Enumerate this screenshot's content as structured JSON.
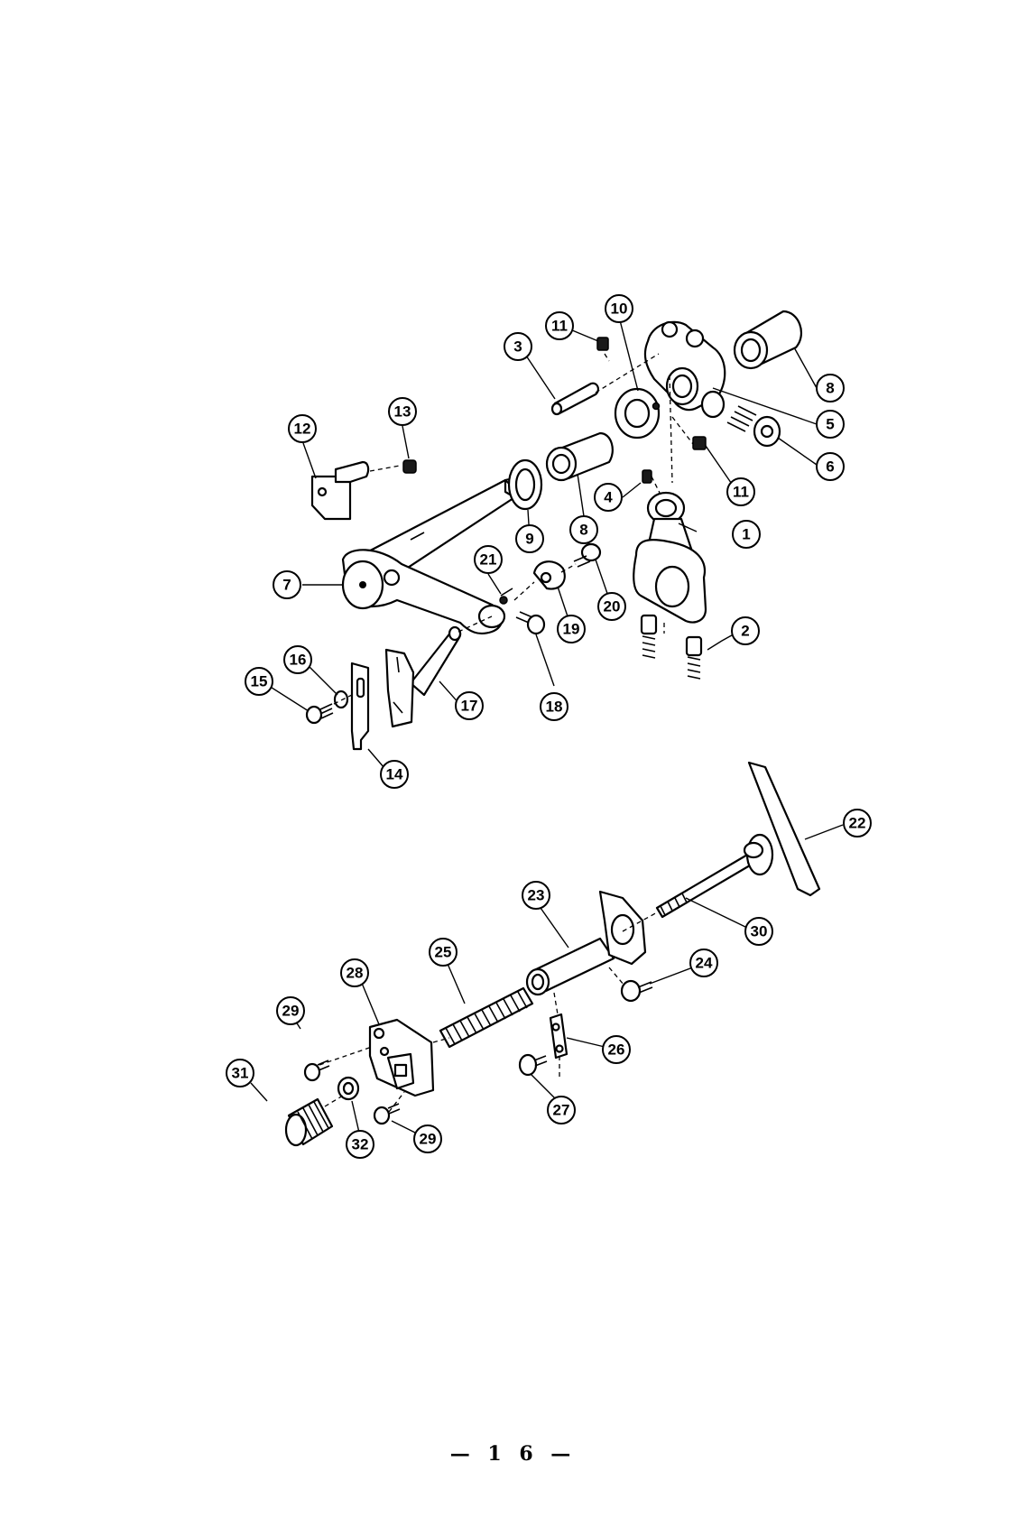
{
  "page_number": "— 1 6 —",
  "callouts": [
    {
      "id": "c1",
      "label": "1"
    },
    {
      "id": "c2",
      "label": "2"
    },
    {
      "id": "c3",
      "label": "3"
    },
    {
      "id": "c4",
      "label": "4"
    },
    {
      "id": "c5",
      "label": "5"
    },
    {
      "id": "c6",
      "label": "6"
    },
    {
      "id": "c7",
      "label": "7"
    },
    {
      "id": "c8a",
      "label": "8"
    },
    {
      "id": "c8b",
      "label": "8"
    },
    {
      "id": "c9",
      "label": "9"
    },
    {
      "id": "c10",
      "label": "10"
    },
    {
      "id": "c11a",
      "label": "11"
    },
    {
      "id": "c11b",
      "label": "11"
    },
    {
      "id": "c12",
      "label": "12"
    },
    {
      "id": "c13",
      "label": "13"
    },
    {
      "id": "c14",
      "label": "14"
    },
    {
      "id": "c15",
      "label": "15"
    },
    {
      "id": "c16",
      "label": "16"
    },
    {
      "id": "c17",
      "label": "17"
    },
    {
      "id": "c18",
      "label": "18"
    },
    {
      "id": "c19",
      "label": "19"
    },
    {
      "id": "c20",
      "label": "20"
    },
    {
      "id": "c21",
      "label": "21"
    },
    {
      "id": "c22",
      "label": "22"
    },
    {
      "id": "c23",
      "label": "23"
    },
    {
      "id": "c24",
      "label": "24"
    },
    {
      "id": "c25",
      "label": "25"
    },
    {
      "id": "c26",
      "label": "26"
    },
    {
      "id": "c27",
      "label": "27"
    },
    {
      "id": "c28",
      "label": "28"
    },
    {
      "id": "c29a",
      "label": "29"
    },
    {
      "id": "c29b",
      "label": "29"
    },
    {
      "id": "c30",
      "label": "30"
    },
    {
      "id": "c31",
      "label": "31"
    },
    {
      "id": "c32",
      "label": "32"
    }
  ]
}
